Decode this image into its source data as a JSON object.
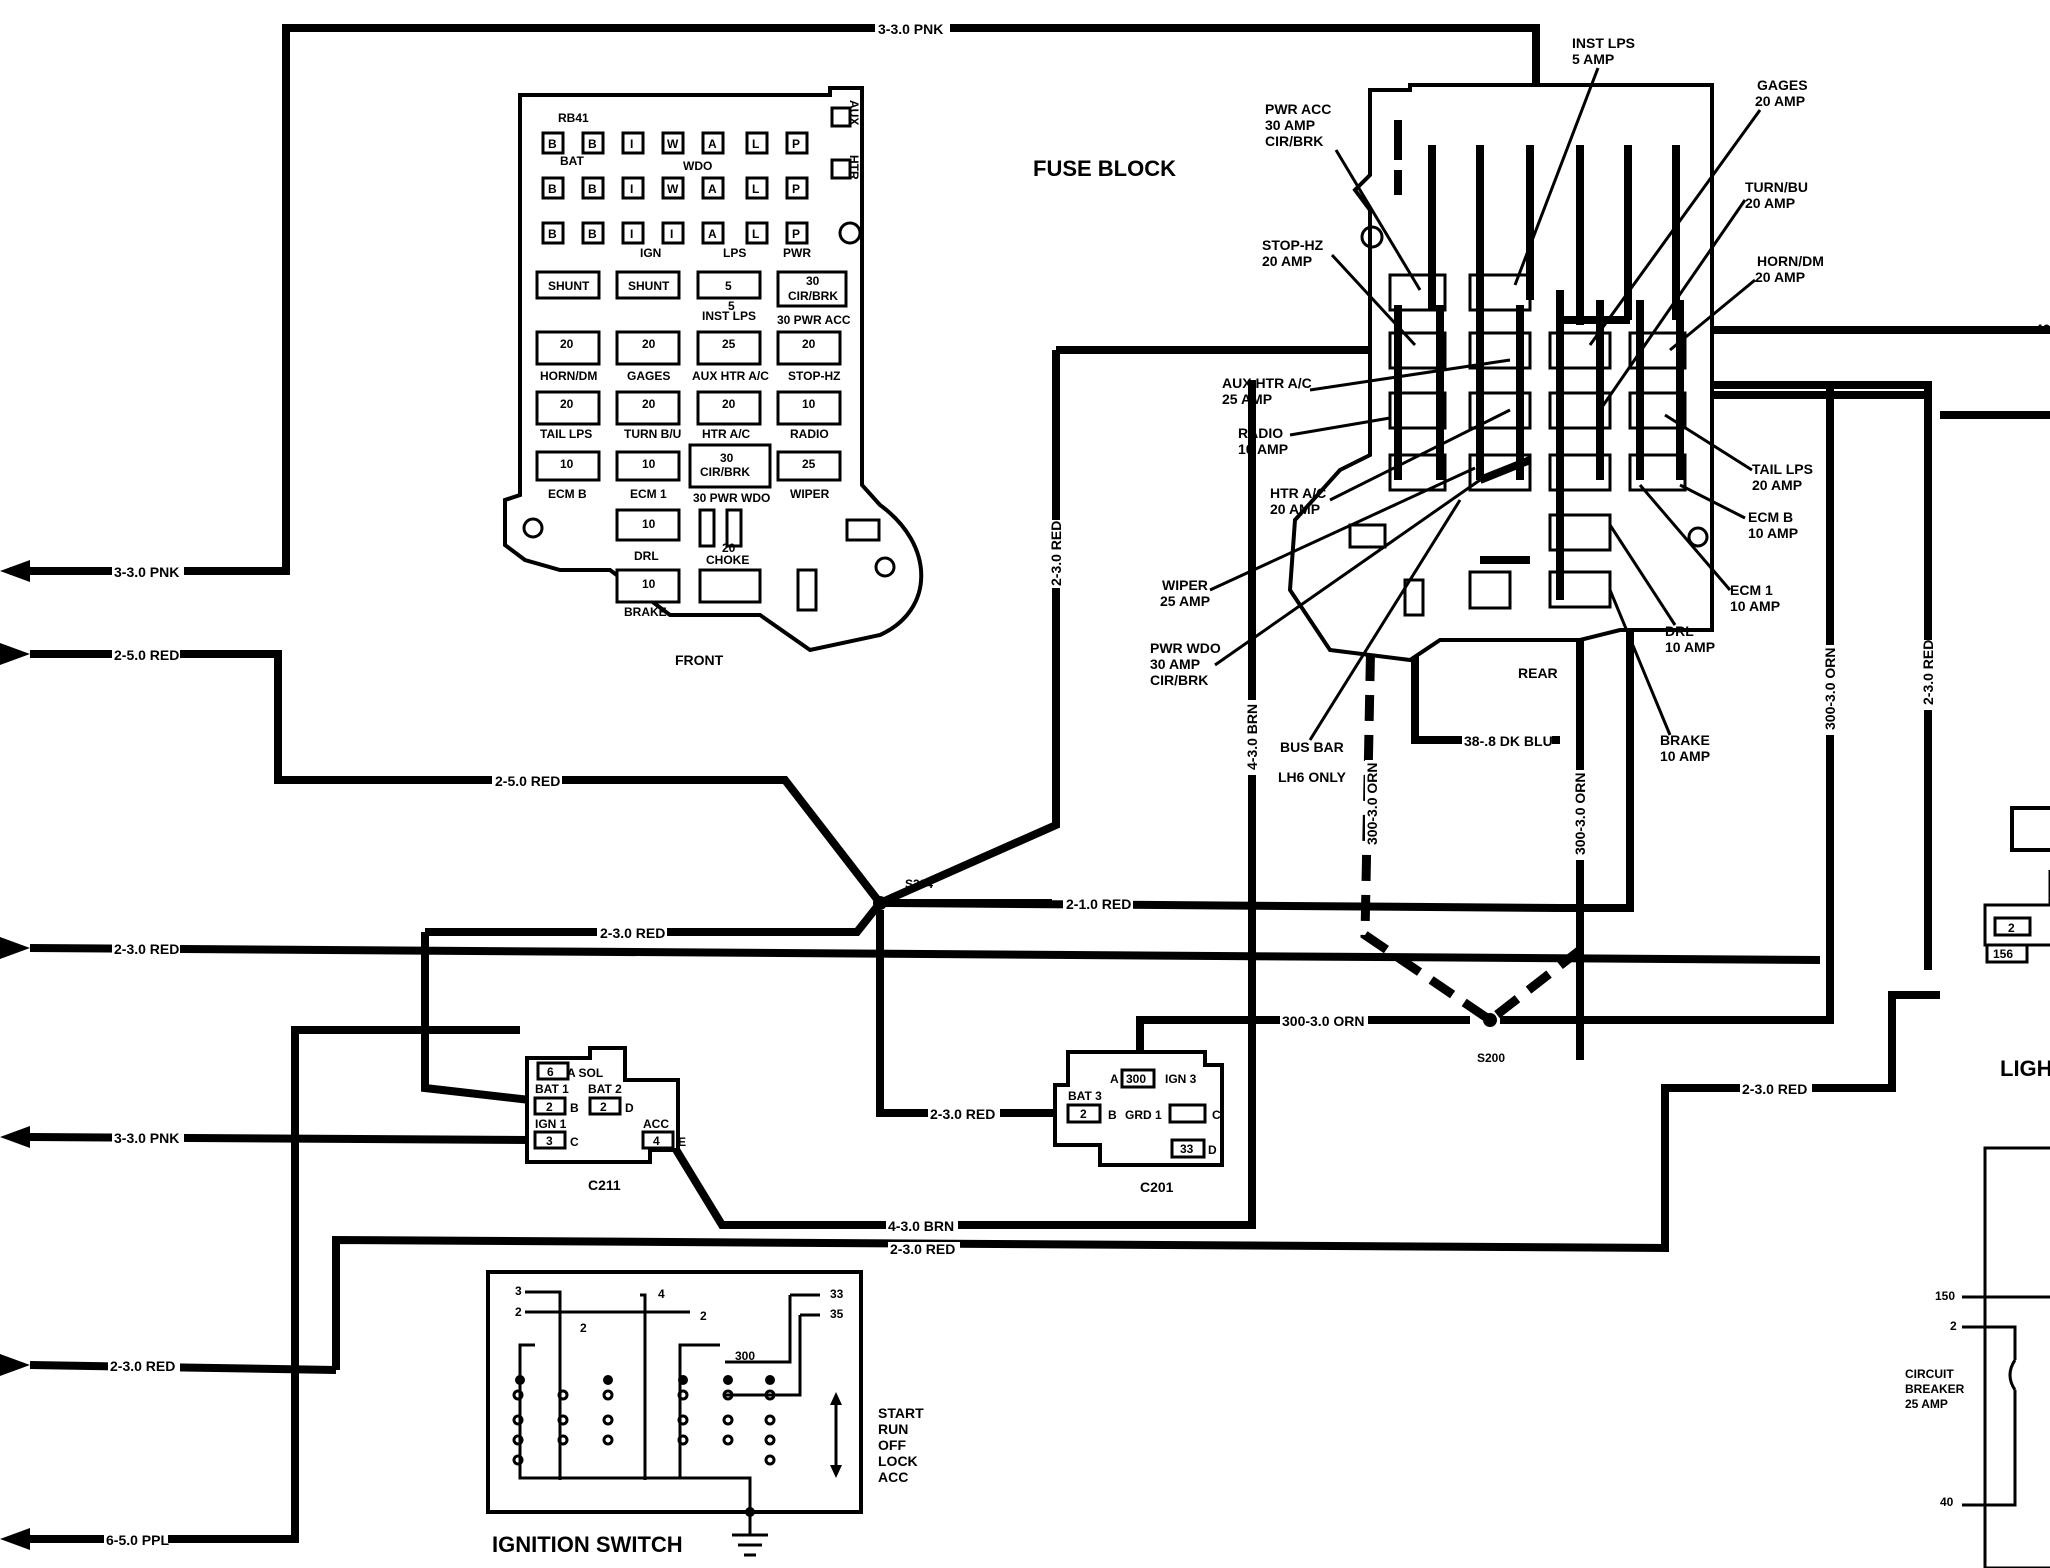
{
  "titles": {
    "fuse_block": "FUSE BLOCK",
    "front": "FRONT",
    "rear": "REAR",
    "ignition_switch": "IGNITION SWITCH",
    "light_partial": "LIGH"
  },
  "wires": {
    "top_pnk": "3-3.0 PNK",
    "left_pnk": "3-3.0 PNK",
    "left_red_1": "2-5.0 RED",
    "mid_red_1": "2-5.0 RED",
    "left_red_2": "2-3.0 RED",
    "mid_red_2": "2-3.0 RED",
    "vert_red": "2-3.0 RED",
    "red_1_0": "2-1.0 RED",
    "left_pnk_2": "3-3.0 PNK",
    "c201_red": "2-3.0 RED",
    "brn_bottom": "4-3.0 BRN",
    "brn_vert": "4-3.0 BRN",
    "red_bottom": "2-3.0 RED",
    "left_red_3": "2-3.0 RED",
    "left_ppl": "6-5.0 PPL",
    "orn_vert_1": "300-3.0 ORN",
    "orn_vert_2": "300-3.0 ORN",
    "orn_vert_3": "300-3.0 ORN",
    "orn_horiz": "300-3.0 ORN",
    "dk_blu": "38-.8 DK BLU",
    "right_red_vert": "2-3.0 RED",
    "right_red_horiz": "2-3.0 RED",
    "edge_40": "40"
  },
  "splices": {
    "s204": "S204",
    "s200": "S200"
  },
  "connectors": {
    "c211": "C211",
    "c201": "C201"
  },
  "fuse_labels_rear": {
    "inst_lps": [
      "INST LPS",
      "5 AMP"
    ],
    "gages": [
      "GAGES",
      "20 AMP"
    ],
    "pwr_acc": [
      "PWR ACC",
      "30 AMP",
      "CIR/BRK"
    ],
    "turn_bu": [
      "TURN/BU",
      "20 AMP"
    ],
    "stop_hz": [
      "STOP-HZ",
      "20 AMP"
    ],
    "horn_dm": [
      "HORN/DM",
      "20 AMP"
    ],
    "aux_htr": [
      "AUX HTR A/C",
      "25 AMP"
    ],
    "radio": [
      "RADIO",
      "10 AMP"
    ],
    "tail_lps": [
      "TAIL LPS",
      "20 AMP"
    ],
    "htr_ac": [
      "HTR A/C",
      "20 AMP"
    ],
    "ecm_b": [
      "ECM B",
      "10 AMP"
    ],
    "wiper": [
      "WIPER",
      "25 AMP"
    ],
    "ecm_1": [
      "ECM 1",
      "10 AMP"
    ],
    "pwr_wdo": [
      "PWR WDO",
      "30 AMP",
      "CIR/BRK"
    ],
    "drl": [
      "DRL",
      "10 AMP"
    ],
    "bus_bar": [
      "BUS BAR"
    ],
    "lh6": [
      "LH6 ONLY"
    ],
    "brake": [
      "BRAKE",
      "10 AMP"
    ]
  },
  "front_block": {
    "rb41": "RB41",
    "bat": "BAT",
    "wdo": "WDO",
    "ign": "IGN",
    "lps": "LPS",
    "pwr": "PWR",
    "aux": "AUX",
    "htr": "HTR",
    "row1": [
      "B",
      "B",
      "I",
      "W",
      "A",
      "L",
      "P"
    ],
    "row2": [
      "B",
      "B",
      "I",
      "W",
      "A",
      "L",
      "P"
    ],
    "row3": [
      "B",
      "B",
      "I",
      "I",
      "A",
      "L",
      "P"
    ],
    "shunt1": "SHUNT",
    "shunt2": "SHUNT",
    "inst5": "5",
    "inst5b": "5",
    "inst_lps": "INST LPS",
    "cirbrk30": "30",
    "cirbrk30b": "CIR/BRK",
    "pwr_acc30": "30 PWR ACC",
    "f1": "20",
    "f1l": "HORN/DM",
    "f2": "20",
    "f2l": "GAGES",
    "f3": "25",
    "f3l": "AUX HTR A/C",
    "f4": "20",
    "f4l": "STOP-HZ",
    "f5": "20",
    "f5l": "TAIL LPS",
    "f6": "20",
    "f6l": "TURN B/U",
    "f7": "20",
    "f7l": "HTR A/C",
    "f8": "10",
    "f8l": "RADIO",
    "f9": "10",
    "f9l": "ECM B",
    "f10": "10",
    "f10l": "ECM 1",
    "cb30": "30",
    "cb30l": "CIR/BRK",
    "f11": "25",
    "f11l": "WIPER",
    "pwr_wdo": "30 PWR WDO",
    "f12": "10",
    "f12l": "DRL",
    "choke": "20",
    "chokel": "CHOKE",
    "f13": "10",
    "f13l": "BRAKE"
  },
  "c211_pins": {
    "sol": "A SOL",
    "sol_n": "6",
    "bat1": "BAT 1",
    "bat2": "BAT 2",
    "b_n": "2",
    "b": "B",
    "d_n": "2",
    "d": "D",
    "ign1": "IGN 1",
    "c_n": "3",
    "c": "C",
    "acc": "ACC",
    "e_n": "4",
    "e": "E"
  },
  "c201_pins": {
    "a": "A",
    "a_n": "300",
    "ign3": "IGN 3",
    "bat3": "BAT 3",
    "b_n": "2",
    "b": "B",
    "grd": "GRD 1",
    "c": "C",
    "d_n": "33",
    "d": "D"
  },
  "ign_switch": {
    "p3": "3",
    "p2a": "2",
    "p4": "4",
    "p2b": "2",
    "p2c": "2",
    "p300": "300",
    "p33": "33",
    "p35": "35",
    "legend": [
      "START",
      "RUN",
      "OFF",
      "LOCK",
      "ACC"
    ]
  },
  "right_partial": {
    "n2": "2",
    "n156": "156",
    "n150": "150",
    "n2b": "2",
    "cb": [
      "CIRCUIT",
      "BREAKER",
      "25 AMP"
    ],
    "n40": "40"
  }
}
